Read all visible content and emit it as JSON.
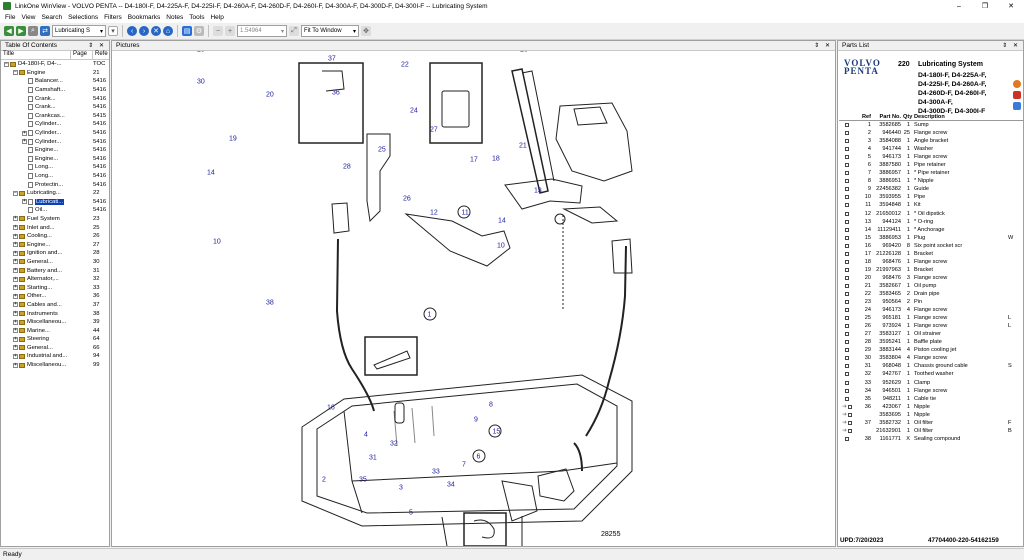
{
  "window": {
    "title": "LinkOne WinView - VOLVO PENTA -- D4-180I-F, D4-225A-F, D4-225I-F, D4-260A-F, D4-260D-F, D4-260I-F, D4-300A-F, D4-300D-F, D4-300I-F -- Lubricating System",
    "minimize": "–",
    "maximize": "❐",
    "close": "✕"
  },
  "menu": [
    "File",
    "View",
    "Search",
    "Selections",
    "Filters",
    "Bookmarks",
    "Notes",
    "Tools",
    "Help"
  ],
  "toolbar": {
    "section_combo": "Lubricating S",
    "zoom_value": "1.54964",
    "fit_combo": "Fit To Window"
  },
  "toc": {
    "header": "Table Of Contents",
    "controls": "⇕ ✕",
    "col_title": "Title",
    "col_page": "Page",
    "col_ref": "Refe",
    "rows": [
      {
        "indent": 0,
        "toggle": "−",
        "icon": "book",
        "title": "D4-180I-F, D4-...",
        "page": "TOC"
      },
      {
        "indent": 1,
        "toggle": "−",
        "icon": "book",
        "title": "Engine",
        "page": "21"
      },
      {
        "indent": 2,
        "toggle": "",
        "icon": "page",
        "title": "Balancer...",
        "page": "5416"
      },
      {
        "indent": 2,
        "toggle": "",
        "icon": "page",
        "title": "Camshaft...",
        "page": "5416"
      },
      {
        "indent": 2,
        "toggle": "",
        "icon": "page",
        "title": "Crank...",
        "page": "5416"
      },
      {
        "indent": 2,
        "toggle": "",
        "icon": "page",
        "title": "Crank...",
        "page": "5416"
      },
      {
        "indent": 2,
        "toggle": "",
        "icon": "page",
        "title": "Crankcas...",
        "page": "5415"
      },
      {
        "indent": 2,
        "toggle": "",
        "icon": "page",
        "title": "Cylinder...",
        "page": "5416"
      },
      {
        "indent": 2,
        "toggle": "+",
        "icon": "page",
        "title": "Cylinder...",
        "page": "5416"
      },
      {
        "indent": 2,
        "toggle": "+",
        "icon": "page",
        "title": "Cylinder...",
        "page": "5416"
      },
      {
        "indent": 2,
        "toggle": "",
        "icon": "page",
        "title": "Engine...",
        "page": "5416"
      },
      {
        "indent": 2,
        "toggle": "",
        "icon": "page",
        "title": "Engine...",
        "page": "5416"
      },
      {
        "indent": 2,
        "toggle": "",
        "icon": "page",
        "title": "Long...",
        "page": "5416"
      },
      {
        "indent": 2,
        "toggle": "",
        "icon": "page",
        "title": "Long...",
        "page": "5416"
      },
      {
        "indent": 2,
        "toggle": "",
        "icon": "page",
        "title": "Protectin...",
        "page": "5416"
      },
      {
        "indent": 1,
        "toggle": "−",
        "icon": "book",
        "title": "Lubricating...",
        "page": "22"
      },
      {
        "indent": 2,
        "toggle": "+",
        "icon": "page",
        "title": "Lubricati...",
        "page": "5416",
        "selected": true
      },
      {
        "indent": 2,
        "toggle": "",
        "icon": "page",
        "title": "Oil...",
        "page": "5416"
      },
      {
        "indent": 1,
        "toggle": "+",
        "icon": "book",
        "title": "Fuel System",
        "page": "23"
      },
      {
        "indent": 1,
        "toggle": "+",
        "icon": "book",
        "title": "Inlet and...",
        "page": "25"
      },
      {
        "indent": 1,
        "toggle": "+",
        "icon": "book",
        "title": "Cooling...",
        "page": "26"
      },
      {
        "indent": 1,
        "toggle": "+",
        "icon": "book",
        "title": "Engine...",
        "page": "27"
      },
      {
        "indent": 1,
        "toggle": "+",
        "icon": "book",
        "title": "Ignition and...",
        "page": "28"
      },
      {
        "indent": 1,
        "toggle": "+",
        "icon": "book",
        "title": "General...",
        "page": "30"
      },
      {
        "indent": 1,
        "toggle": "+",
        "icon": "book",
        "title": "Battery and...",
        "page": "31"
      },
      {
        "indent": 1,
        "toggle": "+",
        "icon": "book",
        "title": "Alternator,...",
        "page": "32"
      },
      {
        "indent": 1,
        "toggle": "+",
        "icon": "book",
        "title": "Starting...",
        "page": "33"
      },
      {
        "indent": 1,
        "toggle": "+",
        "icon": "book",
        "title": "Other...",
        "page": "36"
      },
      {
        "indent": 1,
        "toggle": "+",
        "icon": "book",
        "title": "Cables and...",
        "page": "37"
      },
      {
        "indent": 1,
        "toggle": "+",
        "icon": "book",
        "title": "Instruments",
        "page": "38"
      },
      {
        "indent": 1,
        "toggle": "+",
        "icon": "book",
        "title": "Miscellaneou...",
        "page": "39"
      },
      {
        "indent": 1,
        "toggle": "+",
        "icon": "book",
        "title": "Marine...",
        "page": "44"
      },
      {
        "indent": 1,
        "toggle": "+",
        "icon": "book",
        "title": "Steering",
        "page": "64"
      },
      {
        "indent": 1,
        "toggle": "+",
        "icon": "book",
        "title": "General...",
        "page": "66"
      },
      {
        "indent": 1,
        "toggle": "+",
        "icon": "book",
        "title": "Industrial and...",
        "page": "94"
      },
      {
        "indent": 1,
        "toggle": "+",
        "icon": "book",
        "title": "Miscellaneou...",
        "page": "99"
      }
    ]
  },
  "pictures": {
    "header": "Pictures",
    "controls": "⇕ ✕",
    "drawing_number": "28255",
    "callouts": [
      "1",
      "2",
      "3",
      "4",
      "5",
      "6",
      "7",
      "8",
      "9",
      "10",
      "10",
      "11",
      "12",
      "13",
      "14",
      "14",
      "15",
      "16",
      "17",
      "18",
      "19",
      "20",
      "21",
      "22",
      "23",
      "23",
      "24",
      "25",
      "26",
      "27",
      "28",
      "29",
      "30",
      "31",
      "32",
      "33",
      "34",
      "35",
      "36",
      "37",
      "38"
    ]
  },
  "parts": {
    "header": "Parts List",
    "controls": "⇕ ✕",
    "brand_line1": "VOLVO",
    "brand_line2": "PENTA",
    "section_no": "220",
    "section_title": "Lubricating System",
    "models": [
      "D4-180I-F, D4-225A-F,",
      "D4-225I-F, D4-260A-F,",
      "D4-260D-F, D4-260I-F,",
      "D4-300A-F,",
      "D4-300D-F, D4-300I-F"
    ],
    "col_ref": "Ref",
    "col_part": "Part No.",
    "col_qty": "Qty",
    "col_desc": "Description",
    "rows": [
      {
        "mark": "box",
        "ref": "1",
        "part": "3582685",
        "qty": "1",
        "desc": "Sump",
        "ext": ""
      },
      {
        "mark": "box",
        "ref": "2",
        "part": "946440",
        "qty": "25",
        "desc": "Flange screw",
        "ext": ""
      },
      {
        "mark": "box",
        "ref": "3",
        "part": "3584088",
        "qty": "1",
        "desc": "Angle bracket",
        "ext": ""
      },
      {
        "mark": "box",
        "ref": "4",
        "part": "941744",
        "qty": "1",
        "desc": "Washer",
        "ext": ""
      },
      {
        "mark": "box",
        "ref": "5",
        "part": "946173",
        "qty": "1",
        "desc": "Flange screw",
        "ext": ""
      },
      {
        "mark": "box",
        "ref": "6",
        "part": "3887580",
        "qty": "1",
        "desc": "Pipe retainer",
        "ext": ""
      },
      {
        "mark": "box",
        "ref": "7",
        "part": "3886957",
        "qty": "1",
        "desc": "*  Pipe retainer",
        "ext": ""
      },
      {
        "mark": "box",
        "ref": "8",
        "part": "3886951",
        "qty": "1",
        "desc": "*  Nipple",
        "ext": ""
      },
      {
        "mark": "box",
        "ref": "9",
        "part": "22456382",
        "qty": "1",
        "desc": "Guide",
        "ext": ""
      },
      {
        "mark": "box",
        "ref": "10",
        "part": "3593955",
        "qty": "1",
        "desc": "Pipe",
        "ext": ""
      },
      {
        "mark": "box",
        "ref": "11",
        "part": "3594848",
        "qty": "1",
        "desc": "Kit",
        "ext": ""
      },
      {
        "mark": "box",
        "ref": "12",
        "part": "21650012",
        "qty": "1",
        "desc": "*  Oil dipstick",
        "ext": ""
      },
      {
        "mark": "box",
        "ref": "13",
        "part": "944124",
        "qty": "1",
        "desc": "*  O-ring",
        "ext": ""
      },
      {
        "mark": "box",
        "ref": "14",
        "part": "11129411",
        "qty": "1",
        "desc": "*  Anchorage",
        "ext": ""
      },
      {
        "mark": "box",
        "ref": "15",
        "part": "3886953",
        "qty": "1",
        "desc": "Plug",
        "ext": "W"
      },
      {
        "mark": "box",
        "ref": "16",
        "part": "969420",
        "qty": "8",
        "desc": "Six point socket scr",
        "ext": ""
      },
      {
        "mark": "box",
        "ref": "17",
        "part": "21226128",
        "qty": "1",
        "desc": "Bracket",
        "ext": ""
      },
      {
        "mark": "box",
        "ref": "18",
        "part": "968476",
        "qty": "1",
        "desc": "Flange screw",
        "ext": ""
      },
      {
        "mark": "box",
        "ref": "19",
        "part": "21997963",
        "qty": "1",
        "desc": "Bracket",
        "ext": ""
      },
      {
        "mark": "box",
        "ref": "20",
        "part": "968476",
        "qty": "3",
        "desc": "Flange screw",
        "ext": ""
      },
      {
        "mark": "box",
        "ref": "21",
        "part": "3582667",
        "qty": "1",
        "desc": "Oil pump",
        "ext": ""
      },
      {
        "mark": "box",
        "ref": "22",
        "part": "3583465",
        "qty": "2",
        "desc": "Drain pipe",
        "ext": ""
      },
      {
        "mark": "box",
        "ref": "23",
        "part": "950564",
        "qty": "2",
        "desc": "Pin",
        "ext": ""
      },
      {
        "mark": "box",
        "ref": "24",
        "part": "946173",
        "qty": "4",
        "desc": "Flange screw",
        "ext": ""
      },
      {
        "mark": "box",
        "ref": "25",
        "part": "965181",
        "qty": "1",
        "desc": "Flange screw",
        "ext": "L"
      },
      {
        "mark": "box",
        "ref": "26",
        "part": "973924",
        "qty": "1",
        "desc": "Flange screw",
        "ext": "L"
      },
      {
        "mark": "box",
        "ref": "27",
        "part": "3583127",
        "qty": "1",
        "desc": "Oil strainer",
        "ext": ""
      },
      {
        "mark": "box",
        "ref": "28",
        "part": "3595241",
        "qty": "1",
        "desc": "Baffle plate",
        "ext": ""
      },
      {
        "mark": "box",
        "ref": "29",
        "part": "3883144",
        "qty": "4",
        "desc": "Piston cooling jet",
        "ext": ""
      },
      {
        "mark": "box",
        "ref": "30",
        "part": "3583804",
        "qty": "4",
        "desc": "Flange screw",
        "ext": ""
      },
      {
        "mark": "box",
        "ref": "31",
        "part": "968048",
        "qty": "1",
        "desc": "Chassis ground cable",
        "ext": "S"
      },
      {
        "mark": "box",
        "ref": "32",
        "part": "942767",
        "qty": "1",
        "desc": "Toothed washer",
        "ext": ""
      },
      {
        "mark": "box",
        "ref": "33",
        "part": "952629",
        "qty": "1",
        "desc": "Clamp",
        "ext": ""
      },
      {
        "mark": "box",
        "ref": "34",
        "part": "946501",
        "qty": "1",
        "desc": "Flange screw",
        "ext": ""
      },
      {
        "mark": "box",
        "ref": "35",
        "part": "948211",
        "qty": "1",
        "desc": "Cable tie",
        "ext": ""
      },
      {
        "mark": "arrow",
        "ref": "36",
        "part": "423067",
        "qty": "1",
        "desc": "Nipple",
        "ext": ""
      },
      {
        "mark": "arrow",
        "ref": "",
        "part": "3583695",
        "qty": "1",
        "desc": "Nipple",
        "ext": ""
      },
      {
        "mark": "arrow",
        "ref": "37",
        "part": "3582732",
        "qty": "1",
        "desc": "Oil filter",
        "ext": "F"
      },
      {
        "mark": "arrow",
        "ref": "",
        "part": "21632901",
        "qty": "1",
        "desc": "Oil filter",
        "ext": "B"
      },
      {
        "mark": "box",
        "ref": "38",
        "part": "1161771",
        "qty": "X",
        "desc": "Sealing compound",
        "ext": ""
      }
    ],
    "footer_date": "UPD:7/20/2023",
    "footer_code": "47704400-220-54162159"
  },
  "status": {
    "text": "Ready"
  },
  "colors": {
    "selection": "#0a3fb5",
    "callout": "#1a1aa0",
    "brand": "#1b3a7a"
  }
}
